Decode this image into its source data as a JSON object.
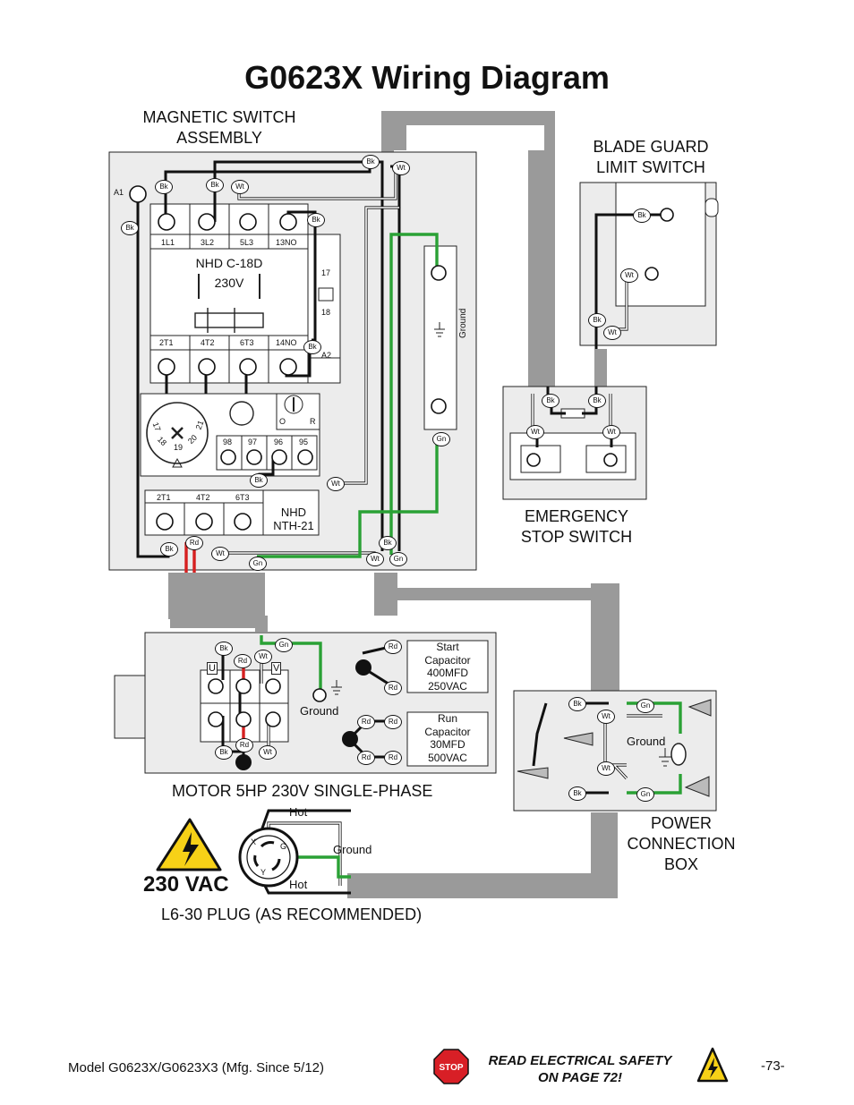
{
  "title": "G0623X Wiring Diagram",
  "labels": {
    "magnetic_switch": [
      "MAGNETIC SWITCH",
      "ASSEMBLY"
    ],
    "blade_guard": [
      "BLADE GUARD",
      "LIMIT SWITCH"
    ],
    "emergency_stop": [
      "EMERGENCY",
      "STOP SWITCH"
    ],
    "motor": "MOTOR 5HP 230V SINGLE-PHASE",
    "power_box": [
      "POWER",
      "CONNECTION",
      "BOX"
    ],
    "plug": "L6-30 PLUG (AS RECOMMENDED)",
    "voltage": "230 VAC"
  },
  "contactor": {
    "model": "NHD C-18D",
    "coil": "230V",
    "top_terminals": [
      "1L1",
      "3L2",
      "5L3",
      "13NO"
    ],
    "bottom_terminals": [
      "2T1",
      "4T2",
      "6T3",
      "14NO"
    ],
    "aux": [
      "17",
      "18",
      "A2"
    ],
    "a1": "A1"
  },
  "overload": {
    "model": [
      "NHD",
      "NTH-21"
    ],
    "dial": [
      "17",
      "18",
      "19",
      "20",
      "21"
    ],
    "delta": "Δ",
    "or": [
      "O",
      "R"
    ],
    "aux_terminals": [
      "98",
      "97",
      "96",
      "95"
    ],
    "terminals": [
      "2T1",
      "4T2",
      "6T3"
    ]
  },
  "ground_bar": "Ground",
  "wire_tags": {
    "bk": "Bk",
    "wt": "Wt",
    "gn": "Gn",
    "rd": "Rd"
  },
  "motor_box": {
    "terminal_u": "U",
    "terminal_v": "V",
    "ground": "Ground",
    "start_capacitor": [
      "Start",
      "Capacitor",
      "400MFD",
      "250VAC"
    ],
    "run_capacitor": [
      "Run",
      "Capacitor",
      "30MFD",
      "500VAC"
    ]
  },
  "power_box_ground": "Ground",
  "plug_labels": {
    "hot_top": "Hot",
    "hot_bottom": "Hot",
    "ground": "Ground",
    "x": "X",
    "y": "Y",
    "g": "G"
  },
  "footer": {
    "model": "Model G0623X/G0623X3 (Mfg. Since 5/12)",
    "safety": [
      "READ ELECTRICAL SAFETY",
      "ON PAGE 72!"
    ],
    "stop": "STOP",
    "page": "-73-"
  },
  "colors": {
    "black": "#111111",
    "white": "#ffffff",
    "green": "#2aa135",
    "red": "#d62020",
    "conduit": "#9a9a9a",
    "panel": "#ececec",
    "warning_yellow": "#f7d117",
    "stop_red": "#d81f26"
  }
}
